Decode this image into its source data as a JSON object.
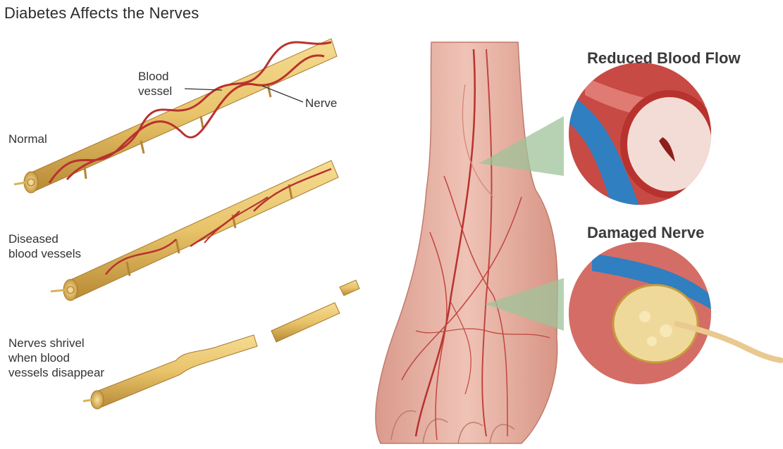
{
  "title": "Diabetes Affects the Nerves",
  "labels": {
    "blood_vessel": "Blood\nvessel",
    "nerve": "Nerve",
    "normal": "Normal",
    "diseased": "Diseased\nblood vessels",
    "shrivel": "Nerves shrivel\nwhen blood\nvessels disappear"
  },
  "insets": {
    "reduced_blood_flow": "Reduced Blood Flow",
    "damaged_nerve": "Damaged Nerve"
  },
  "colors": {
    "nerve": "#e8c36a",
    "nerve_shade": "#c99a3e",
    "vessel": "#b8322e",
    "skin": "#e7b4a8",
    "vein_blue": "#2f7fc1",
    "callout_green": "#9fc39a"
  }
}
